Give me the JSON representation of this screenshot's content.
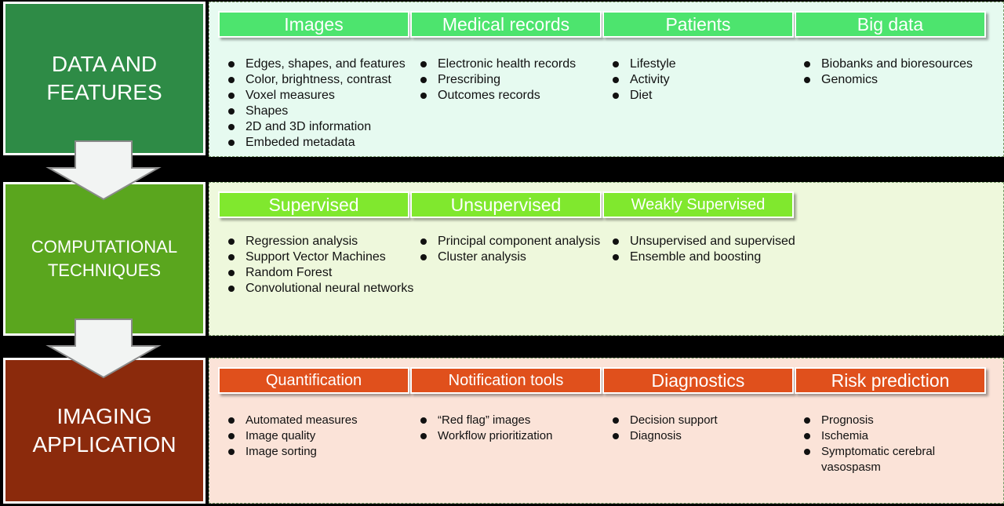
{
  "rows": [
    {
      "title_lines": [
        "DATA AND",
        "FEATURES"
      ],
      "box_color": "#2e8b46",
      "panel_bg": "#e6faf0",
      "header_color": "#4de46e",
      "columns": [
        {
          "header": "Images",
          "items": [
            "Edges, shapes, and features",
            "Color, brightness, contrast",
            "Voxel measures",
            "Shapes",
            "2D and 3D information",
            "Embeded metadata"
          ]
        },
        {
          "header": "Medical records",
          "items": [
            "Electronic health records",
            "Prescribing",
            "Outcomes records"
          ]
        },
        {
          "header": "Patients",
          "items": [
            "Lifestyle",
            "Activity",
            "Diet"
          ]
        },
        {
          "header": "Big data",
          "items": [
            "Biobanks and bioresources",
            "Genomics"
          ]
        }
      ]
    },
    {
      "title_lines": [
        "COMPUTATIONAL",
        "TECHNIQUES"
      ],
      "box_color": "#5aa61e",
      "panel_bg": "#eef8dc",
      "header_color": "#80e82e",
      "columns": [
        {
          "header": "Supervised",
          "items": [
            "Regression analysis",
            "Support Vector Machines",
            "Random Forest",
            "Convolutional neural networks"
          ]
        },
        {
          "header": "Unsupervised",
          "items": [
            "Principal component analysis",
            "Cluster analysis"
          ]
        },
        {
          "header": "Weakly Supervised",
          "items": [
            "Unsupervised and supervised",
            "Ensemble and boosting"
          ]
        }
      ]
    },
    {
      "title_lines": [
        "IMAGING",
        "APPLICATION"
      ],
      "box_color": "#8b2a0c",
      "panel_bg": "#fbe3d8",
      "header_color": "#e0501c",
      "columns": [
        {
          "header": "Quantification",
          "items": [
            "Automated measures",
            "Image quality",
            "Image sorting"
          ]
        },
        {
          "header": "Notification tools",
          "items": [
            "“Red flag” images",
            "Workflow prioritization"
          ]
        },
        {
          "header": "Diagnostics",
          "items": [
            "Decision support",
            "Diagnosis"
          ]
        },
        {
          "header": "Risk prediction",
          "items": [
            "Prognosis",
            "Ischemia",
            "Symptomatic cerebral",
            "vasospasm"
          ]
        }
      ]
    }
  ]
}
